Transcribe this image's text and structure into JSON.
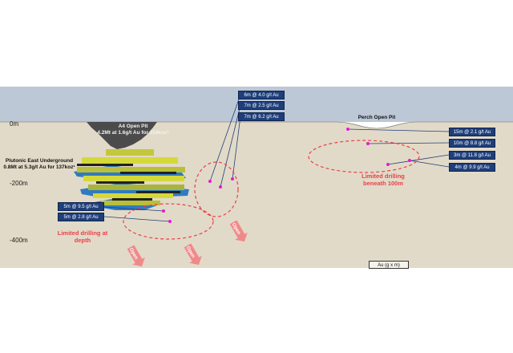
{
  "depth_axis": {
    "labels": [
      "0m",
      "-200m",
      "-400m"
    ]
  },
  "open_pits": {
    "a4": {
      "label_line1": "A4 Open Pit",
      "label_line2": "4.2Mt at 1.6g/t Au for 216koz¹"
    },
    "perch": {
      "label": "Perch Open Pit"
    }
  },
  "underground": {
    "label_line1": "Plutonic East Underground",
    "label_line2": "0.8Mt at 5.3g/t Au for 137koz¹"
  },
  "callouts_west_top": [
    "6m @ 4.0 g/t Au",
    "7m @ 2.5 g/t Au",
    "7m @ 6.2 g/t Au"
  ],
  "callouts_west_left": [
    "5m @ 9.5 g/t Au",
    "5m @ 2.8 g/t Au"
  ],
  "callouts_east": [
    "15m @ 2.1 g/t Au",
    "10m @ 8.8 g/t Au",
    "3m @ 11.8 g/t Au",
    "4m @ 9.9 g/t Au"
  ],
  "targets": {
    "depth_line1": "Limited drilling at",
    "depth_line2": "depth",
    "shallow_line1": "Limited drilling",
    "shallow_line2": "beneath 100m"
  },
  "arrows": [
    "Open",
    "Open",
    "Open"
  ],
  "legend": {
    "label": "Au (g x m)"
  },
  "colors": {
    "sky": "#bcc8d6",
    "ground": "#e2dac8",
    "pit": "#4b4b4b",
    "callout_box": "#1f3f7a",
    "drill_marker": "#e41ad6",
    "target_dash": "#e8414a",
    "ore_blue": "#2f7bc1",
    "ore_yellow": "#d5d83a"
  }
}
